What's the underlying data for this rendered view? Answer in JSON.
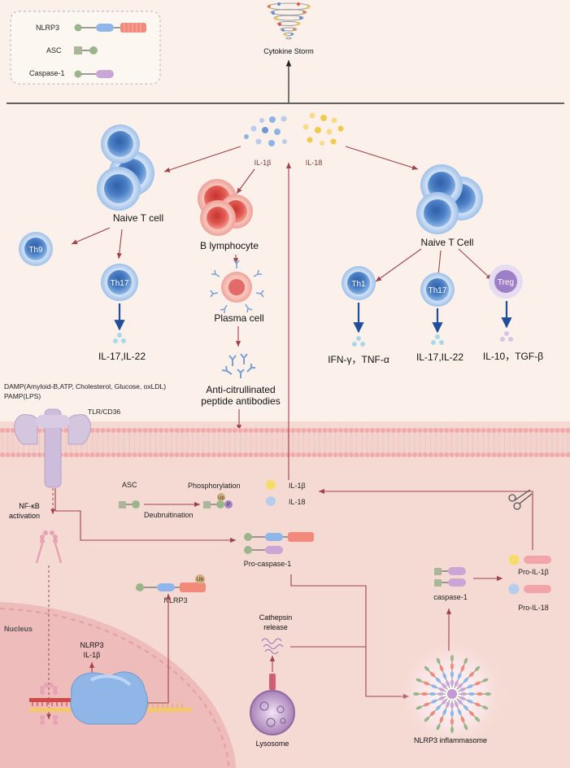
{
  "legend": {
    "nlrp3": "NLRP3",
    "asc": "ASC",
    "caspase1": "Caspase-1"
  },
  "top": {
    "cytokine_storm": "Cytokine Storm"
  },
  "cytokines": {
    "il1b": "IL-1β",
    "il18": "IL-18"
  },
  "left_branch": {
    "naive_t_cell": "Naive T cell",
    "th9": "Th9",
    "th17": "Th17",
    "output": "IL-17,IL-22"
  },
  "middle_branch": {
    "b_lymphocyte": "B lymphocyte",
    "plasma_cell": "Plasma cell",
    "antibodies_line1": "Anti-citrullinated",
    "antibodies_line2": "peptide antibodies"
  },
  "right_branch": {
    "naive_t_cell": "Naive T Cell",
    "th1": "Th1",
    "th17": "Th17",
    "treg": "Treg",
    "th1_output": "IFN-γ，TNF-α",
    "th17_output": "IL-17,IL-22",
    "treg_output": "IL-10，TGF-β"
  },
  "membrane": {
    "damp": "DAMP(Amyloid-B,ATP, Cholesterol, Glucose, oxLDL)",
    "pamp": "PAMP(LPS)",
    "receptor": "TLR/CD36"
  },
  "cytoplasm": {
    "nfkb_line1": "NF-κB",
    "nfkb_line2": "activation",
    "asc": "ASC",
    "phosphorylation": "Phosphorylation",
    "deubiquitination": "Deubruitination",
    "ub": "Ub",
    "p": "P",
    "il1b": "IL-1β",
    "il18": "IL-18",
    "pro_caspase1": "Pro-caspase-1",
    "nlrp3": "NLRP3",
    "caspase1": "caspase-1",
    "pro_il1b": "Pro-IL-1β",
    "pro_il18": "Pro-IL-18",
    "cathepsin_line1": "Cathepsin",
    "cathepsin_line2": "release",
    "lysosome": "Lysosome",
    "inflammasome": "NLRP3 inflammasome"
  },
  "nucleus": {
    "label": "Nucleus",
    "nlrp3": "NLRP3",
    "il1b": "IL-1β"
  },
  "colors": {
    "background_top": "#fbf1ea",
    "cytoplasm": "#f6d9d2",
    "nucleus": "#f0bdbd",
    "arrow": "#a0414b",
    "blue_cell": "#5b8fd1",
    "red_cell": "#e0554f",
    "nlrp3_salmon": "#f28a7b",
    "asc_green": "#9bb58a",
    "caspase_purple": "#c9a6d6"
  }
}
